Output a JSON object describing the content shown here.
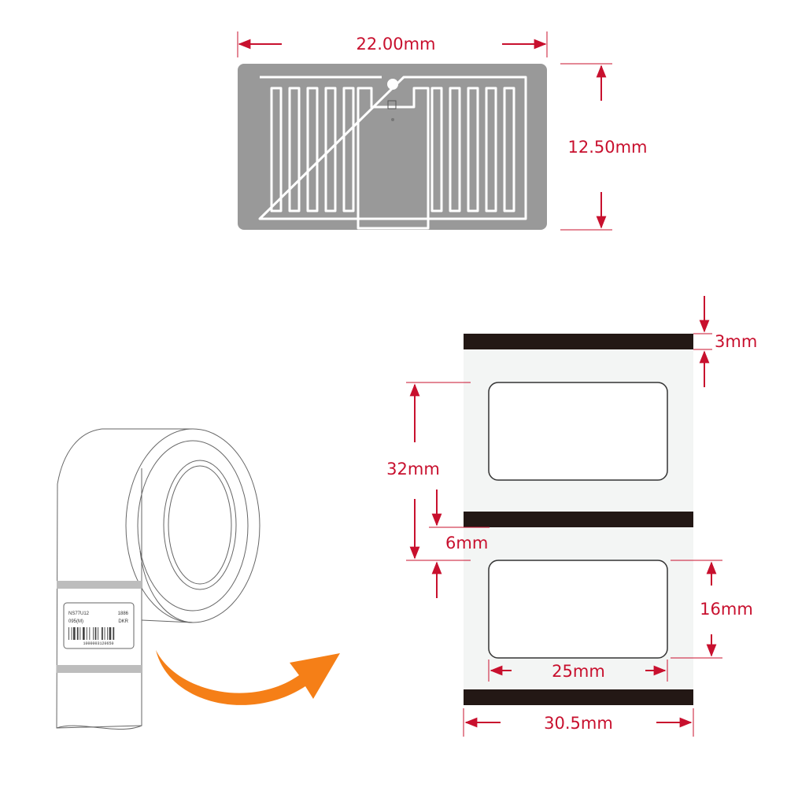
{
  "colors": {
    "dimension": "#c8102e",
    "inlay_grey": "#999999",
    "liner_bar": "#231815",
    "label_bg": "#f3f5f4",
    "arrow_orange": "#f57f17",
    "roll_line": "#666666"
  },
  "inlay": {
    "width_label": "22.00mm",
    "height_label": "12.50mm"
  },
  "roll_label": {
    "line1_left": "NS77U12",
    "line1_right": "1886",
    "line2_left": "095(M)",
    "line2_right": "DKR",
    "barcode_number": "1000003120650"
  },
  "label_strip": {
    "edge_label": "3mm",
    "pitch_label": "32mm",
    "gap_label": "6mm",
    "label_height_label": "16mm",
    "label_width_label": "25mm",
    "liner_width_label": "30.5mm"
  },
  "icons": {
    "flow_arrow": "orange-curved-arrow-icon"
  }
}
